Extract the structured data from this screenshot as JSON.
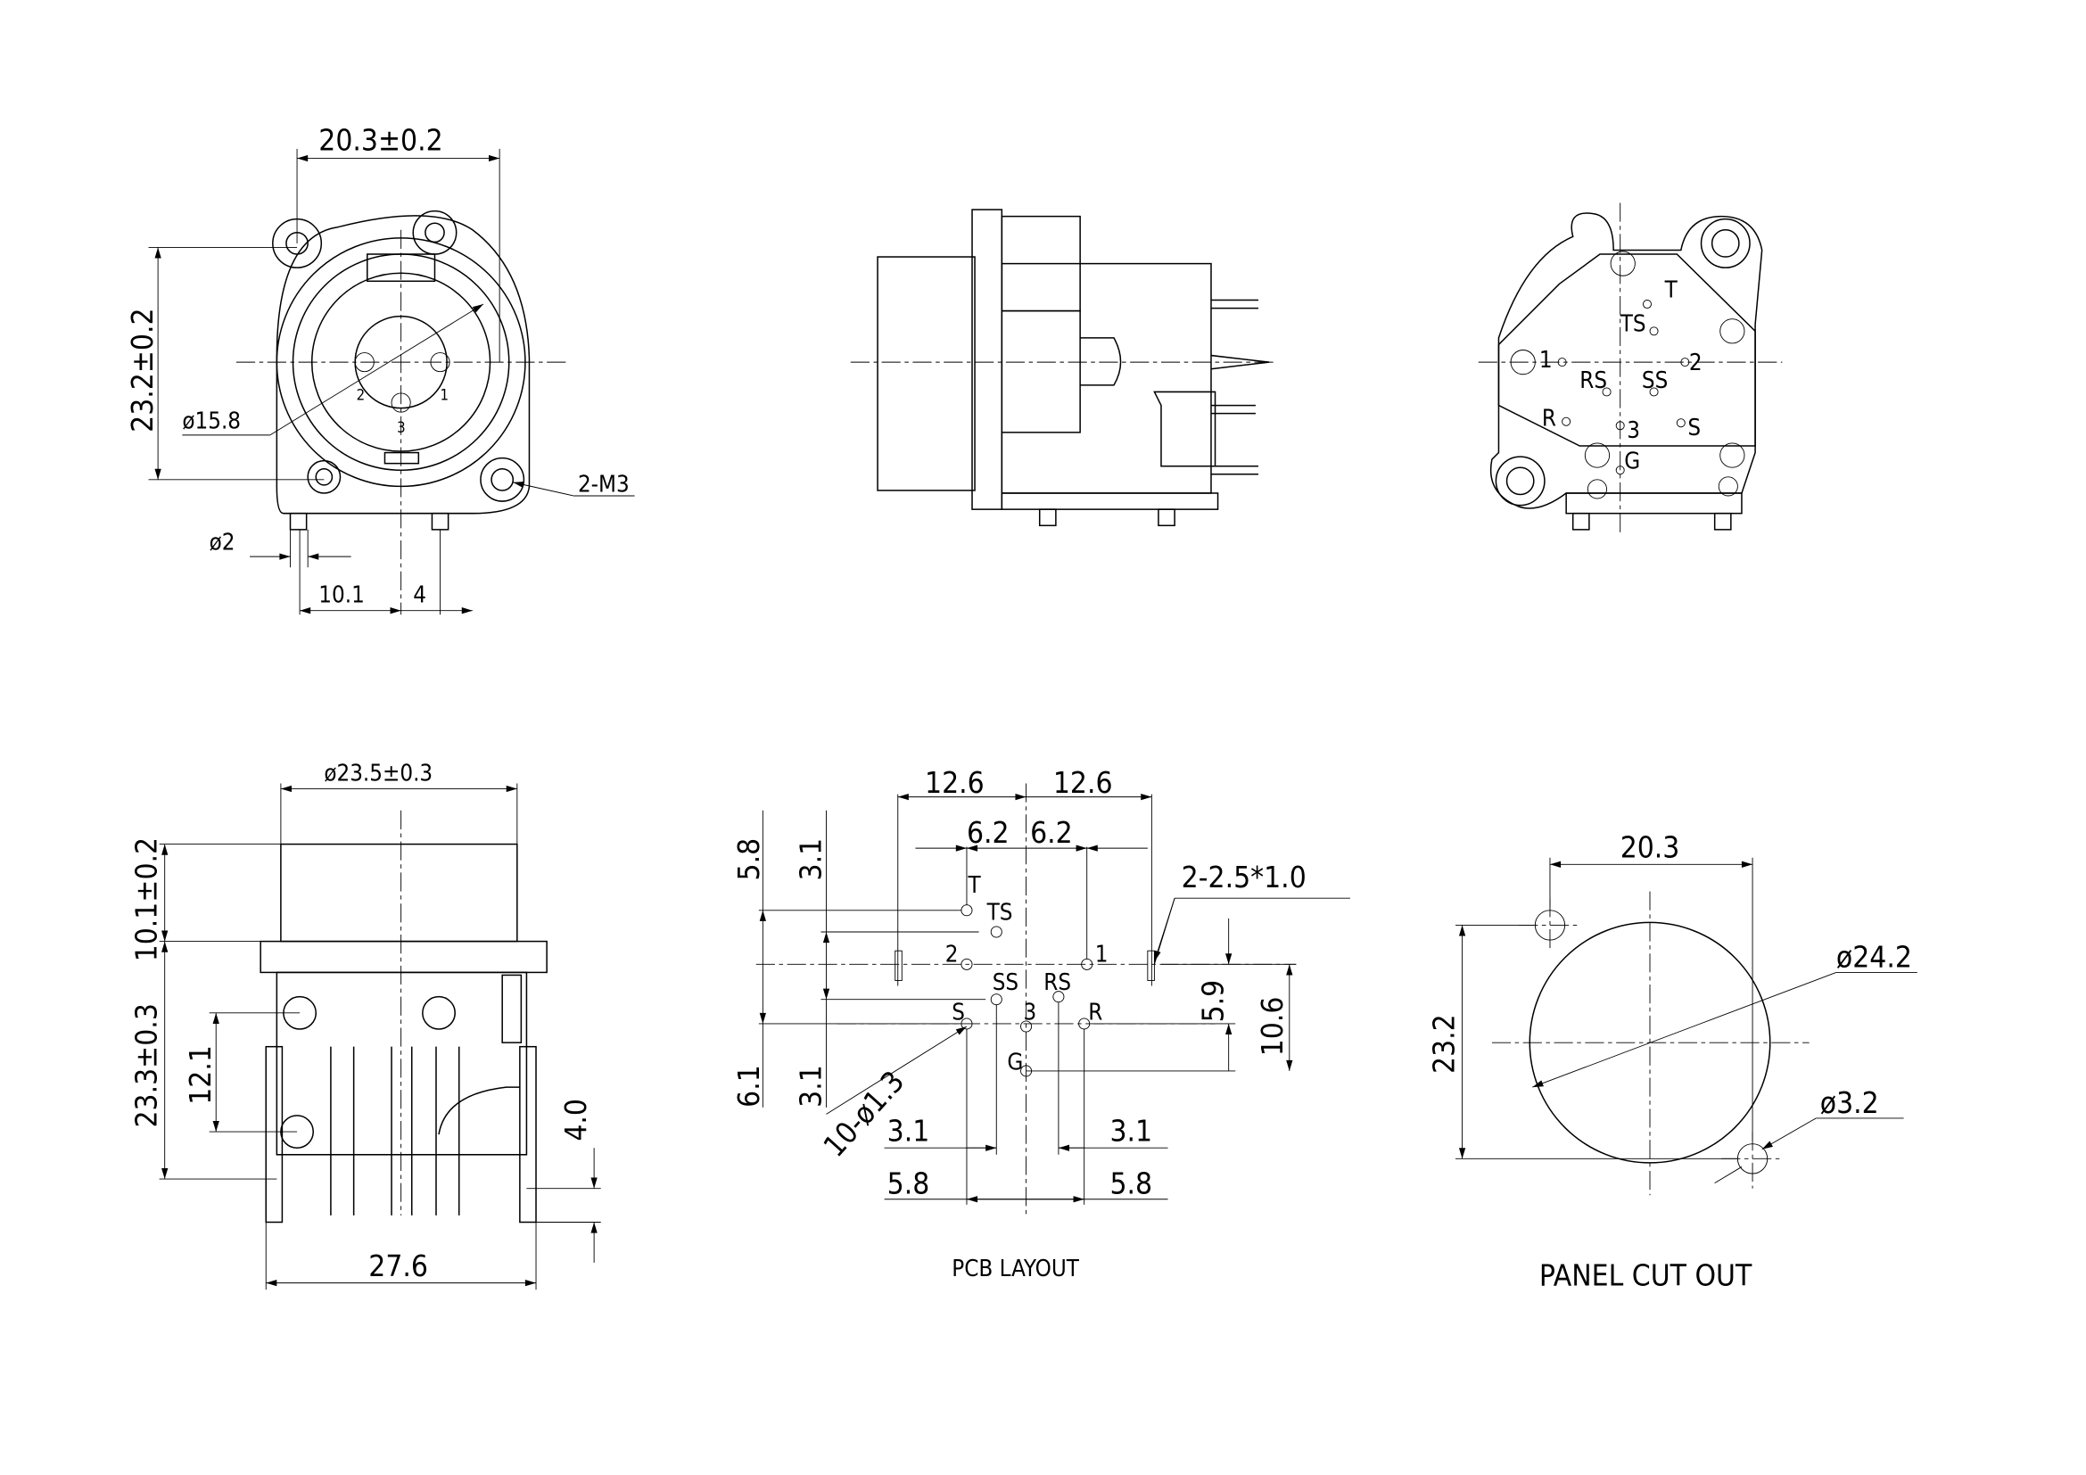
{
  "front_view": {
    "width_dim": "20.3±0.2",
    "height_dim": "23.2±0.2",
    "pin_circle_dim": "ø15.8",
    "mount_holes": "2-M3",
    "pin_dia": "ø2",
    "pin_offset_1": "10.1",
    "pin_offset_2": "4",
    "pin_labels": [
      "2",
      "1",
      "3"
    ]
  },
  "rear_view": {
    "contact_labels": [
      "T",
      "TS",
      "1",
      "RS",
      "SS",
      "2",
      "R",
      "3",
      "S",
      "G"
    ]
  },
  "bottom_view": {
    "diameter_dim": "ø23.5±0.3",
    "cylinder_height_dim": "10.1±0.2",
    "body_height_dim": "23.3±0.3",
    "hole_height_dim": "12.1",
    "pin_length_dim": "4.0",
    "width_dim": "27.6"
  },
  "pcb_layout": {
    "title": "PCB LAYOUT",
    "dims": {
      "outer_left": "12.6",
      "outer_right": "12.6",
      "inner_left": "6.2",
      "inner_right": "6.2",
      "slot_note": "2-2.5*1.0",
      "top_outer": "5.8",
      "top_inner": "3.1",
      "bottom_outer": "6.1",
      "bottom_inner": "3.1",
      "hole_note": "10-ø1.3",
      "right_inner": "5.9",
      "right_outer": "10.6",
      "bottom_left_inner": "3.1",
      "bottom_right_inner": "3.1",
      "bottom_left_outer": "5.8",
      "bottom_right_outer": "5.8"
    },
    "hole_labels": [
      "T",
      "TS",
      "2",
      "1",
      "SS",
      "RS",
      "S",
      "3",
      "R",
      "G"
    ]
  },
  "panel_cutout": {
    "title": "PANEL CUT OUT",
    "width_dim": "20.3",
    "height_dim": "23.2",
    "cutout_dia": "ø24.2",
    "hole_dia": "ø3.2"
  }
}
